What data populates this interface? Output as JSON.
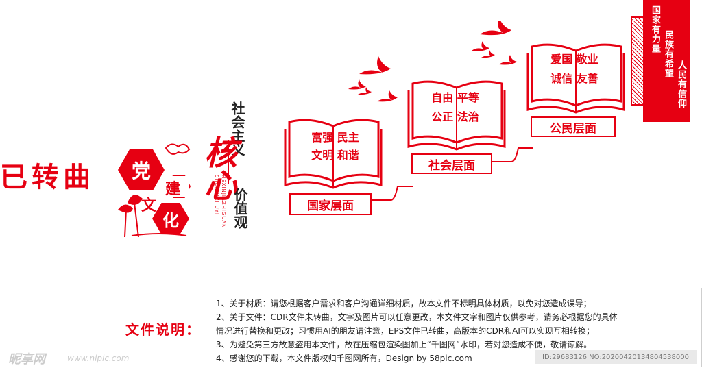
{
  "left_title": "已转曲",
  "party_culture": {
    "chars": [
      "党",
      "建",
      "文",
      "化"
    ]
  },
  "core_values": {
    "socialism_label": "社会主义",
    "core_char": "核心",
    "values_label": "价值观",
    "pinyin_a": "SHEHUIZHUYI",
    "pinyin_b": "HEXINJIAZHIGUAN"
  },
  "steps": [
    {
      "line1": "富强 民主",
      "line2": "文明 和谐",
      "level": "国家层面"
    },
    {
      "line1": "自由 平等",
      "line2": "公正 法治",
      "level": "社会层面"
    },
    {
      "line1": "爱国 敬业",
      "line2": "诚信 友善",
      "level": "公民层面"
    }
  ],
  "banner": {
    "col1": "国家有力量",
    "col2": "民族有希望",
    "col3": "人民有信仰"
  },
  "file_notes": {
    "title": "文件说明：",
    "lines": [
      "1、关于材质：请您根据客户需求和客户沟通详细材质，故本文件不标明具体材质，以免对您造成误导；",
      "2、关于文件：CDR文件未转曲，文字及图片可以任意更改，本文件文字和图片仅供参考，请务必根据您的具体",
      "情况进行替换和更改；习惯用AI的朋友请注意，EPS文件已转曲，高版本的CDR和AI可以实现互相转换；",
      "3、为避免第三方故意盗用本文件，故在压缩包渲染图加上“千图网”水印，若对您造成不便，敬请谅解。",
      "4、感谢您的下载，本文件版权归千图网所有，Design by 58pic.com"
    ]
  },
  "watermark": {
    "brand": "昵享网",
    "url": "www.nipic.com",
    "id": "ID:29683126 NO:20200420134804538000"
  },
  "colors": {
    "accent": "#e60012"
  }
}
